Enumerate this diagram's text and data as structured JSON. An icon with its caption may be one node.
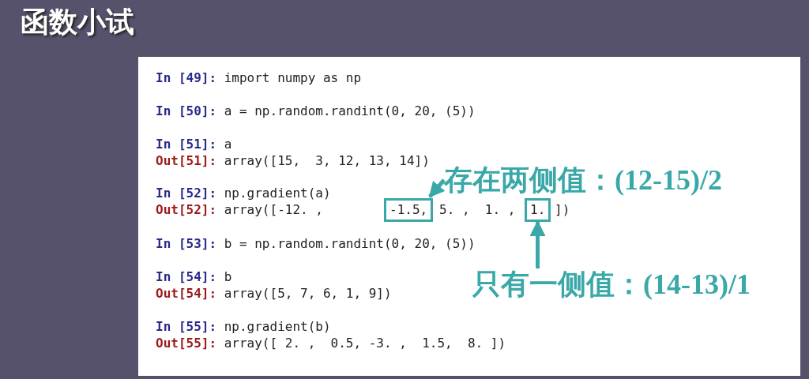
{
  "diagram": {
    "title": "函数小试",
    "nodes": [
      {
        "text": [
          "存在两侧值：(12-15)/2"
        ]
      },
      {
        "text": [
          "-1.5,"
        ]
      },
      {
        "text": [
          "1."
        ]
      },
      {
        "text": [
          "只有一侧值：(14-13)/1"
        ]
      }
    ],
    "edges": [
      {
        "from": 0,
        "to": 1,
        "arrow": "to"
      },
      {
        "from": 3,
        "to": 2,
        "arrow": "to"
      }
    ],
    "labels": [
      "In [49]: import numpy as np",
      "In [50]: a = np.random.randint(0, 20, (5))",
      "In [51]: a",
      "Out[51]: array([15,  3, 12, 13, 14])",
      "In [52]: np.gradient(a)",
      "Out[52]: array([-12. ,",
      "5. ,  1. ,",
      "])",
      "In [53]: b = np.random.randint(0, 20, (5))",
      "In [54]: b",
      "Out[54]: array([5, 7, 6, 1, 9])",
      "In [55]: np.gradient(b)",
      "Out[55]: array([ 2. ,  0.5, -3. ,  1.5,  8. ])"
    ]
  }
}
